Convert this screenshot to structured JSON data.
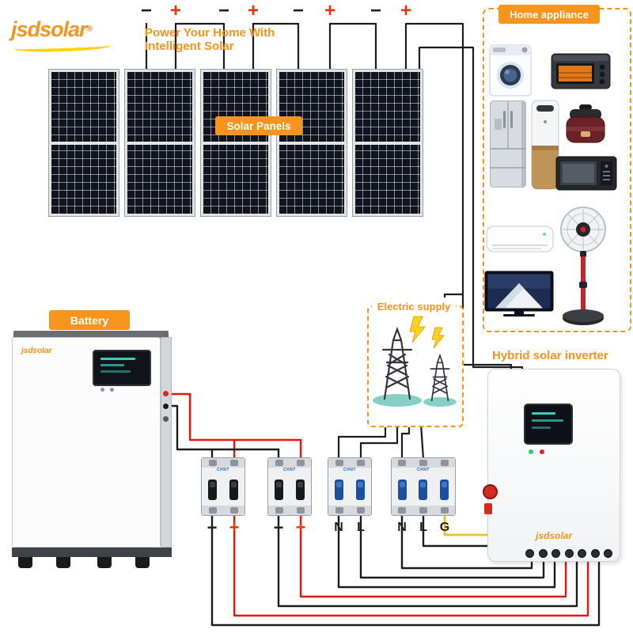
{
  "colors": {
    "accent_orange": "#f7941d",
    "logo_yellow": "#ffd200",
    "plus_red": "#e8350e",
    "wire_black": "#1c1c1c",
    "wire_red": "#e8150d",
    "wire_yellow": "#f2c21a",
    "panel_dark": "#10141f",
    "screen_teal": "#35d0c0",
    "supply_teal": "#86cfc4"
  },
  "logo": {
    "text": "jsdsolar",
    "registered": "®"
  },
  "tagline": {
    "line1": "Power Your Home With",
    "line2": "Intelligent Solar"
  },
  "solar": {
    "label": "Solar Panels",
    "panel_count": 5,
    "terminals": [
      "−",
      "+",
      "−",
      "+",
      "−",
      "+",
      "−",
      "+"
    ]
  },
  "home_appliance": {
    "label": "Home appliance",
    "items": [
      "washing-machine",
      "toaster-oven",
      "refrigerator",
      "floor-standing-ac",
      "rice-cooker",
      "microwave-oven",
      "split-ac",
      "stand-fan",
      "television"
    ]
  },
  "battery": {
    "label": "Battery",
    "brand": "jsdsolar"
  },
  "electric_supply": {
    "label": "Electric supply"
  },
  "inverter": {
    "label": "Hybrid solar inverter",
    "brand": "jsdsolar"
  },
  "breakers": {
    "brand": "CHNT",
    "groups": [
      {
        "poles": 2,
        "toggle_color": "black",
        "labels": [
          "−",
          "+"
        ]
      },
      {
        "poles": 2,
        "toggle_color": "black",
        "labels": [
          "−",
          "+"
        ]
      },
      {
        "poles": 2,
        "toggle_color": "blue",
        "labels": [
          "N",
          "L"
        ]
      },
      {
        "poles": 3,
        "toggle_color": "blue",
        "labels": [
          "N",
          "L",
          "G"
        ]
      }
    ]
  }
}
